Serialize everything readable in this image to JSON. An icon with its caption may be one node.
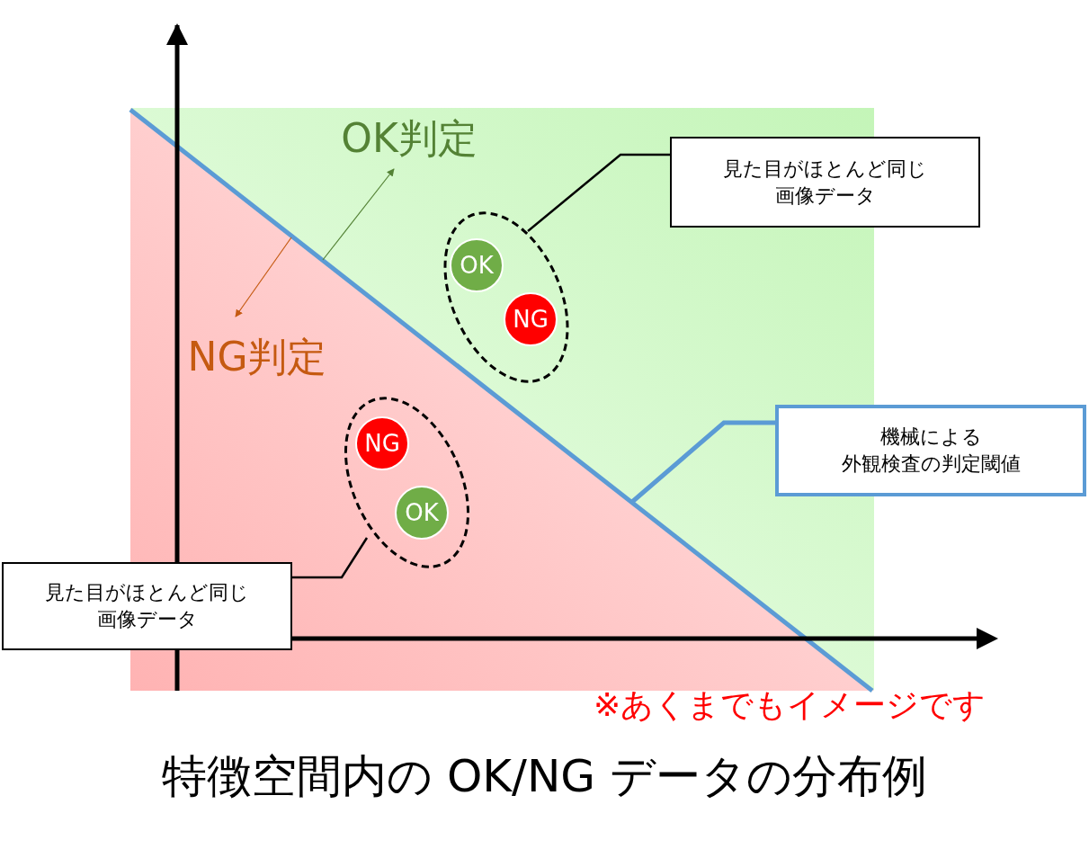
{
  "diagram": {
    "caption": "特徴空間内の OK/NG データの分布例",
    "nodes": [
      {
        "text": [
          "OK判定"
        ]
      },
      {
        "text": [],
        "shape": "ellipse"
      },
      {
        "text": [
          "OK"
        ],
        "in": 1
      },
      {
        "text": [
          "NG"
        ],
        "in": 1
      },
      {
        "text": [
          "見た目がほとんど同じ画像データ"
        ]
      },
      {
        "text": [
          "NG判定"
        ]
      },
      {
        "text": [
          "機械による外観検査の判定閾値"
        ]
      },
      {
        "text": [],
        "shape": "ellipse"
      },
      {
        "text": [
          "NG"
        ],
        "in": 7
      },
      {
        "text": [
          "OK"
        ],
        "in": 7
      },
      {
        "text": [
          "見た目がほとんど同じ画像データ"
        ]
      }
    ],
    "edges": [
      {
        "from": null,
        "to": 0,
        "arrow": "to",
        "color": "#548235"
      },
      {
        "from": null,
        "to": 5,
        "arrow": "to",
        "color": "#c55a11"
      },
      {
        "from": 4,
        "to": 1,
        "arrow": "none"
      },
      {
        "from": 6,
        "to": null,
        "arrow": "none",
        "color": "#5b9bd5",
        "style": "thick"
      },
      {
        "from": 10,
        "to": 7,
        "arrow": "none"
      }
    ],
    "labels": [
      "※あくまでもイメージです"
    ]
  }
}
